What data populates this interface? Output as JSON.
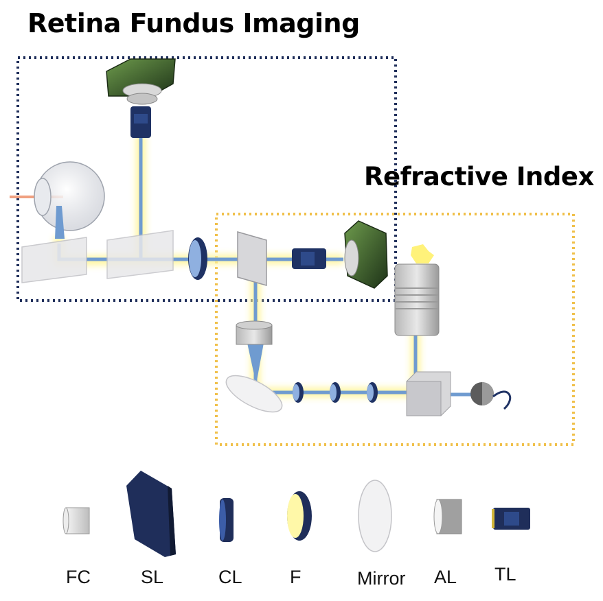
{
  "labels": {
    "retina_section": "Retina Fundus Imaging",
    "refractive_section": "Refractive Index"
  },
  "legend": [
    {
      "key": "fc",
      "label": "FC"
    },
    {
      "key": "sl",
      "label": "SL"
    },
    {
      "key": "cl",
      "label": "CL"
    },
    {
      "key": "f",
      "label": "F"
    },
    {
      "key": "mirror",
      "label": "Mirror"
    },
    {
      "key": "al",
      "label": "AL"
    },
    {
      "key": "tl",
      "label": "TL"
    }
  ],
  "colors": {
    "retina_box": "#1f2e5a",
    "refractive_box": "#f0c04a",
    "beam": "#6f9bd0",
    "glow": "#fff59a",
    "camera_body": "#4d7a36",
    "lens_dark": "#1f3264",
    "laser_line": "#f0a080"
  }
}
